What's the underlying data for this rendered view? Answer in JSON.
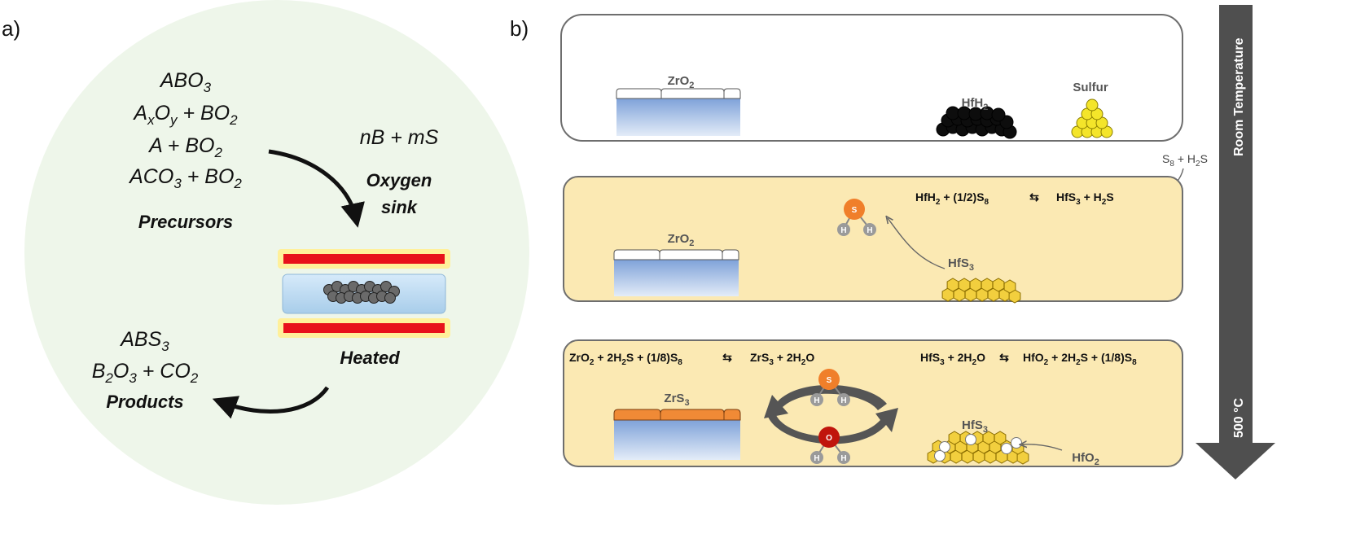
{
  "panel_a": {
    "letter": "a)",
    "precursor_lines": [
      "ABO3",
      "AxOy + BO2",
      "A + BO2",
      "ACO3 + BO2"
    ],
    "precursors_label": "Precursors",
    "sink_formula": "nB + mS",
    "sink_label_1": "Oxygen",
    "sink_label_2": "sink",
    "heated_label": "Heated",
    "product_lines": [
      "ABS3",
      "B2O3 + CO2"
    ],
    "products_label": "Products"
  },
  "panel_b": {
    "letter": "b)",
    "temp_top": "Room Temperature",
    "temp_bottom": "500 °C",
    "gas_label": "S8 + H2S",
    "stage1": {
      "substrate_label": "ZrO2",
      "hydride_label": "HfH2",
      "sulfur_label": "Sulfur"
    },
    "stage2": {
      "substrate_label": "ZrO2",
      "reaction_left": "HfH2 + (1/2)S8",
      "reaction_right": "HfS3 + H2S",
      "hfs3_label": "HfS3"
    },
    "stage3": {
      "reaction1_left": "ZrO2 + 2H2S + (1/8)S8",
      "reaction1_right": "ZrS3 + 2H2O",
      "reaction2_left": "HfS3 + 2H2O",
      "reaction2_right": "HfO2 + 2H2S + (1/8)S8",
      "substrate_label": "ZrS3",
      "hfs3_label": "HfS3",
      "hfo2_label": "HfO2"
    },
    "molecule_s": "S",
    "molecule_o": "O",
    "molecule_h": "H",
    "equilibrium_symbol": "⇆"
  },
  "colors": {
    "circle_bg": "#eef6ea",
    "stage_fill": "#fbe9b3",
    "heater_red": "#e8111a",
    "heater_glow": "#fff09a",
    "tube_blue": "#bcdcf4",
    "sulfur_yellow": "#f4e52a",
    "hfs3_yellow": "#f2cf3e",
    "zrs3_orange": "#f08a36",
    "s_atom": "#f07f2a",
    "o_atom": "#c0150c",
    "h_atom": "#9a9a9a",
    "arrow_gray": "#4f4f4f"
  }
}
